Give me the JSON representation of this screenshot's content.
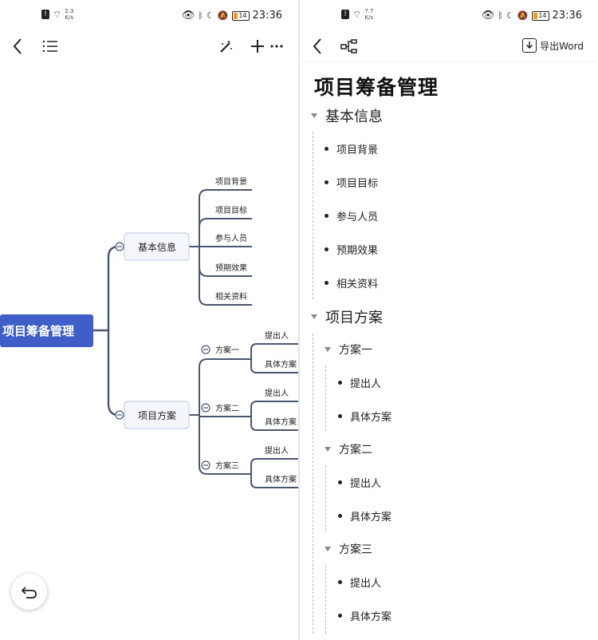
{
  "status_left": {
    "speed_value": "2.3",
    "speed_unit": "K/s",
    "battery": "14",
    "time": "23:36"
  },
  "status_right": {
    "speed_value": "7.7",
    "speed_unit": "K/s",
    "battery": "14",
    "time": "23:36"
  },
  "toolbar_right": {
    "export_label": "导出Word"
  },
  "mindmap": {
    "root": "项目筹备管理",
    "branches": [
      {
        "label": "基本信息",
        "children": [
          "项目背景",
          "项目目标",
          "参与人员",
          "预期效果",
          "相关资料"
        ]
      },
      {
        "label": "项目方案",
        "children": [
          {
            "label": "方案一",
            "children": [
              "提出人",
              "具体方案"
            ]
          },
          {
            "label": "方案二",
            "children": [
              "提出人",
              "具体方案"
            ]
          },
          {
            "label": "方案三",
            "children": [
              "提出人",
              "具体方案"
            ]
          }
        ]
      }
    ]
  },
  "outline": {
    "title": "项目筹备管理",
    "sections": [
      {
        "label": "基本信息",
        "items": [
          "项目背景",
          "项目目标",
          "参与人员",
          "预期效果",
          "相关资料"
        ]
      },
      {
        "label": "项目方案",
        "subsections": [
          {
            "label": "方案一",
            "items": [
              "提出人",
              "具体方案"
            ]
          },
          {
            "label": "方案二",
            "items": [
              "提出人",
              "具体方案"
            ]
          },
          {
            "label": "方案三",
            "items": [
              "提出人",
              "具体方案"
            ]
          }
        ]
      }
    ]
  },
  "colors": {
    "root_fill": "#3f5ec7",
    "branch_stroke": "#4a5670",
    "node_border": "#c9d2e8",
    "node_fill": "#f4f6fb",
    "accent": "#f19a2a"
  }
}
